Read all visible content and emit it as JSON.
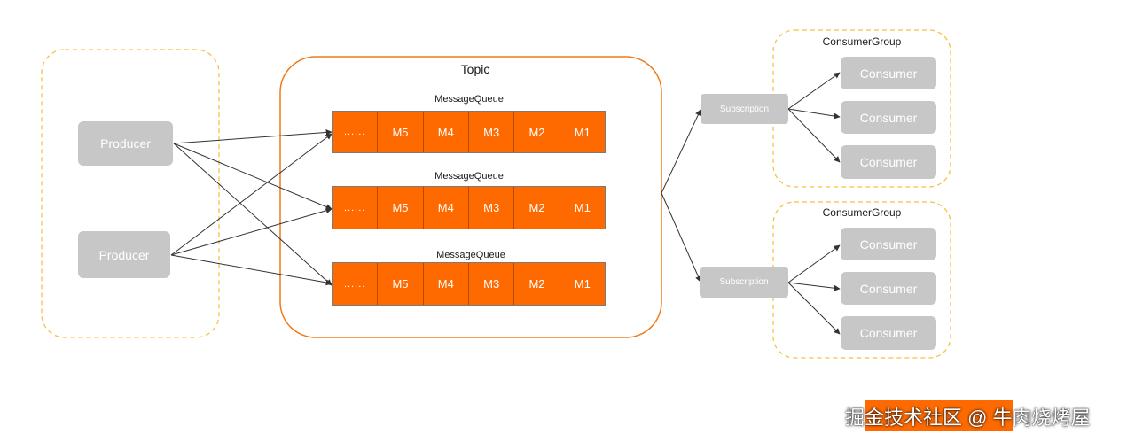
{
  "producers": [
    "Producer",
    "Producer"
  ],
  "topic": {
    "title": "Topic",
    "queues": [
      {
        "label": "MessageQueue",
        "cells": [
          "......",
          "M5",
          "M4",
          "M3",
          "M2",
          "M1"
        ]
      },
      {
        "label": "MessageQueue",
        "cells": [
          "......",
          "M5",
          "M4",
          "M3",
          "M2",
          "M1"
        ]
      },
      {
        "label": "MessageQueue",
        "cells": [
          "......",
          "M5",
          "M4",
          "M3",
          "M2",
          "M1"
        ]
      }
    ]
  },
  "subscriptions": [
    "Subscription",
    "Subscription"
  ],
  "consumer_groups": [
    {
      "title": "ConsumerGroup",
      "consumers": [
        "Consumer",
        "Consumer",
        "Consumer"
      ]
    },
    {
      "title": "ConsumerGroup",
      "consumers": [
        "Consumer",
        "Consumer",
        "Consumer"
      ]
    }
  ],
  "watermark": "掘金技术社区 @ 牛肉烧烤屋",
  "colors": {
    "accent": "#ff6a00",
    "dashed_border": "#f5c242",
    "box_gray": "#c7c7c7",
    "arrow": "#333333"
  }
}
